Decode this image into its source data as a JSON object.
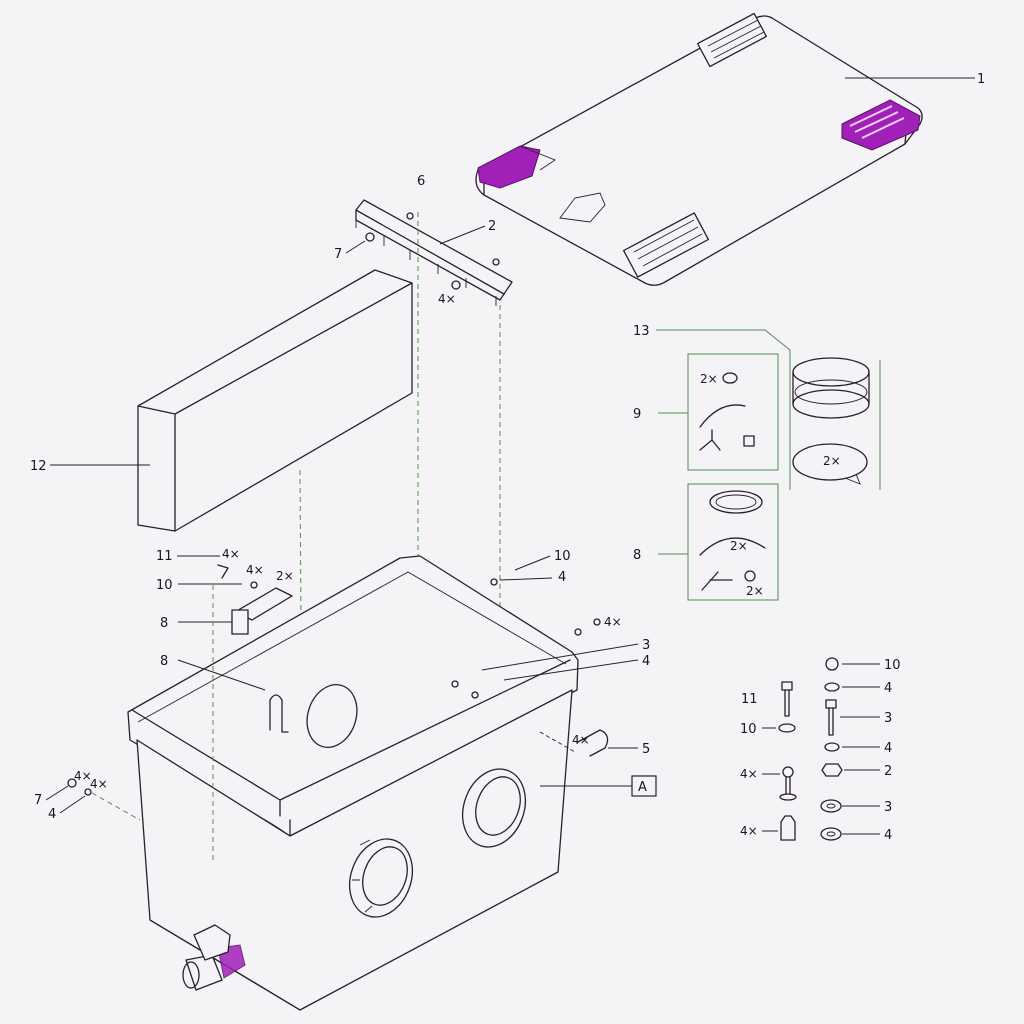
{
  "callouts": {
    "lid": "1",
    "rail": "2",
    "nut_6": "6",
    "nut_7_top": "7",
    "qty_top": "4×",
    "sponge": "12",
    "kit_13": "13",
    "kit_9": "9",
    "kit_9_qty": "2×",
    "kit_13_qty": "2×",
    "kit_8": "8",
    "kit_8_qty_mid": "2×",
    "kit_8_qty": "2×",
    "left_11": "11",
    "left_4x_a": "4×",
    "left_4x_b": "4×",
    "left_10": "10",
    "left_2x": "2×",
    "left_8a": "8",
    "left_8b": "8",
    "right_10": "10",
    "right_4a": "4",
    "right_4x": "4×",
    "right_3": "3",
    "right_4b": "4",
    "handle_4x": "4×",
    "handle_5": "5",
    "box_a": "A",
    "bl_7": "7",
    "bl_4x_a": "4×",
    "bl_4x_b": "4×",
    "bl_4": "4",
    "legend_10": "10",
    "legend_4a": "4",
    "legend_11": "11",
    "legend_3a": "3",
    "legend_10b": "10",
    "legend_4b": "4",
    "legend_4x_a": "4×",
    "legend_2": "2",
    "legend_3b": "3",
    "legend_4x_b": "4×",
    "legend_4c": "4"
  },
  "colors": {
    "line": "#2b1f2e",
    "accent": "#a020b8",
    "guide": "#4f8f4c",
    "paper": "#f4f3f6"
  }
}
